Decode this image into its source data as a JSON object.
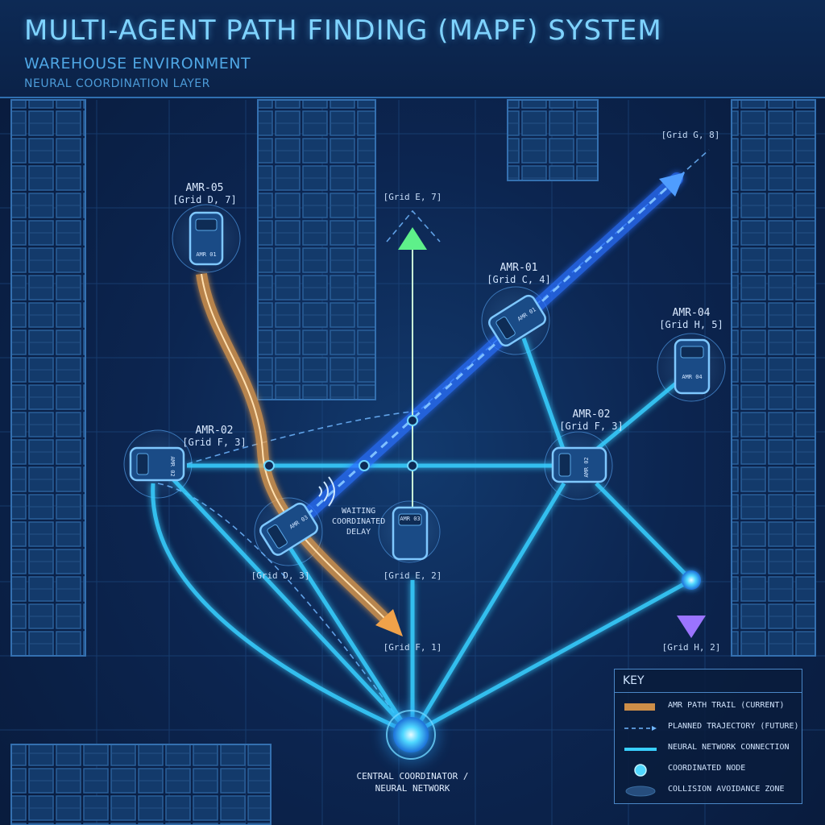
{
  "header": {
    "title": "MULTI-AGENT PATH FINDING (MAPF) SYSTEM",
    "subtitle": "WAREHOUSE ENVIRONMENT",
    "subtitle2": "NEURAL COORDINATION LAYER"
  },
  "agents": {
    "amr05": {
      "name": "AMR-05",
      "grid": "[Grid D, 7]",
      "plate": "AMR 01"
    },
    "amr01": {
      "name": "AMR-01",
      "grid": "[Grid C, 4]",
      "plate": "AMR 01"
    },
    "amr04": {
      "name": "AMR-04",
      "grid": "[Grid H, 5]",
      "plate": "AMR 04"
    },
    "amr02_left": {
      "name": "AMR-02",
      "grid": "[Grid F, 3]",
      "plate": "AMR 02"
    },
    "amr02_right": {
      "name": "AMR-02",
      "grid": "[Grid F, 3]",
      "plate": "AMR 02"
    },
    "amr_center": {
      "grid": "[Grid D, 3]",
      "plate": "AMR 03"
    },
    "amr03": {
      "grid": "[Grid E, 2]",
      "plate": "AMR 03"
    }
  },
  "waypoints": {
    "grid_g8": "[Grid G, 8]",
    "grid_e7": "[Grid E, 7]",
    "grid_f1": "[Grid F, 1]",
    "grid_h2": "[Grid H, 2]"
  },
  "notes": {
    "waiting": [
      "WAITING",
      "COORDINATED",
      "DELAY"
    ]
  },
  "coordinator": {
    "line1": "CENTRAL COORDINATOR /",
    "line2": "NEURAL NETWORK"
  },
  "key": {
    "title": "KEY",
    "items": [
      "AMR PATH TRAIL (CURRENT)",
      "PLANNED TRAJECTORY (FUTURE)",
      "NEURAL NETWORK CONNECTION",
      "COORDINATED NODE",
      "COLLISION AVOIDANCE ZONE"
    ]
  },
  "colors": {
    "background": "#0c2550",
    "orange_trail": "#f0a24a",
    "green_path": "#5ef08a",
    "blue_trajectory": "#3e8bff",
    "cyan_network": "#38cfff",
    "purple_path": "#8a5cff",
    "key_border": "#4a86c6"
  }
}
